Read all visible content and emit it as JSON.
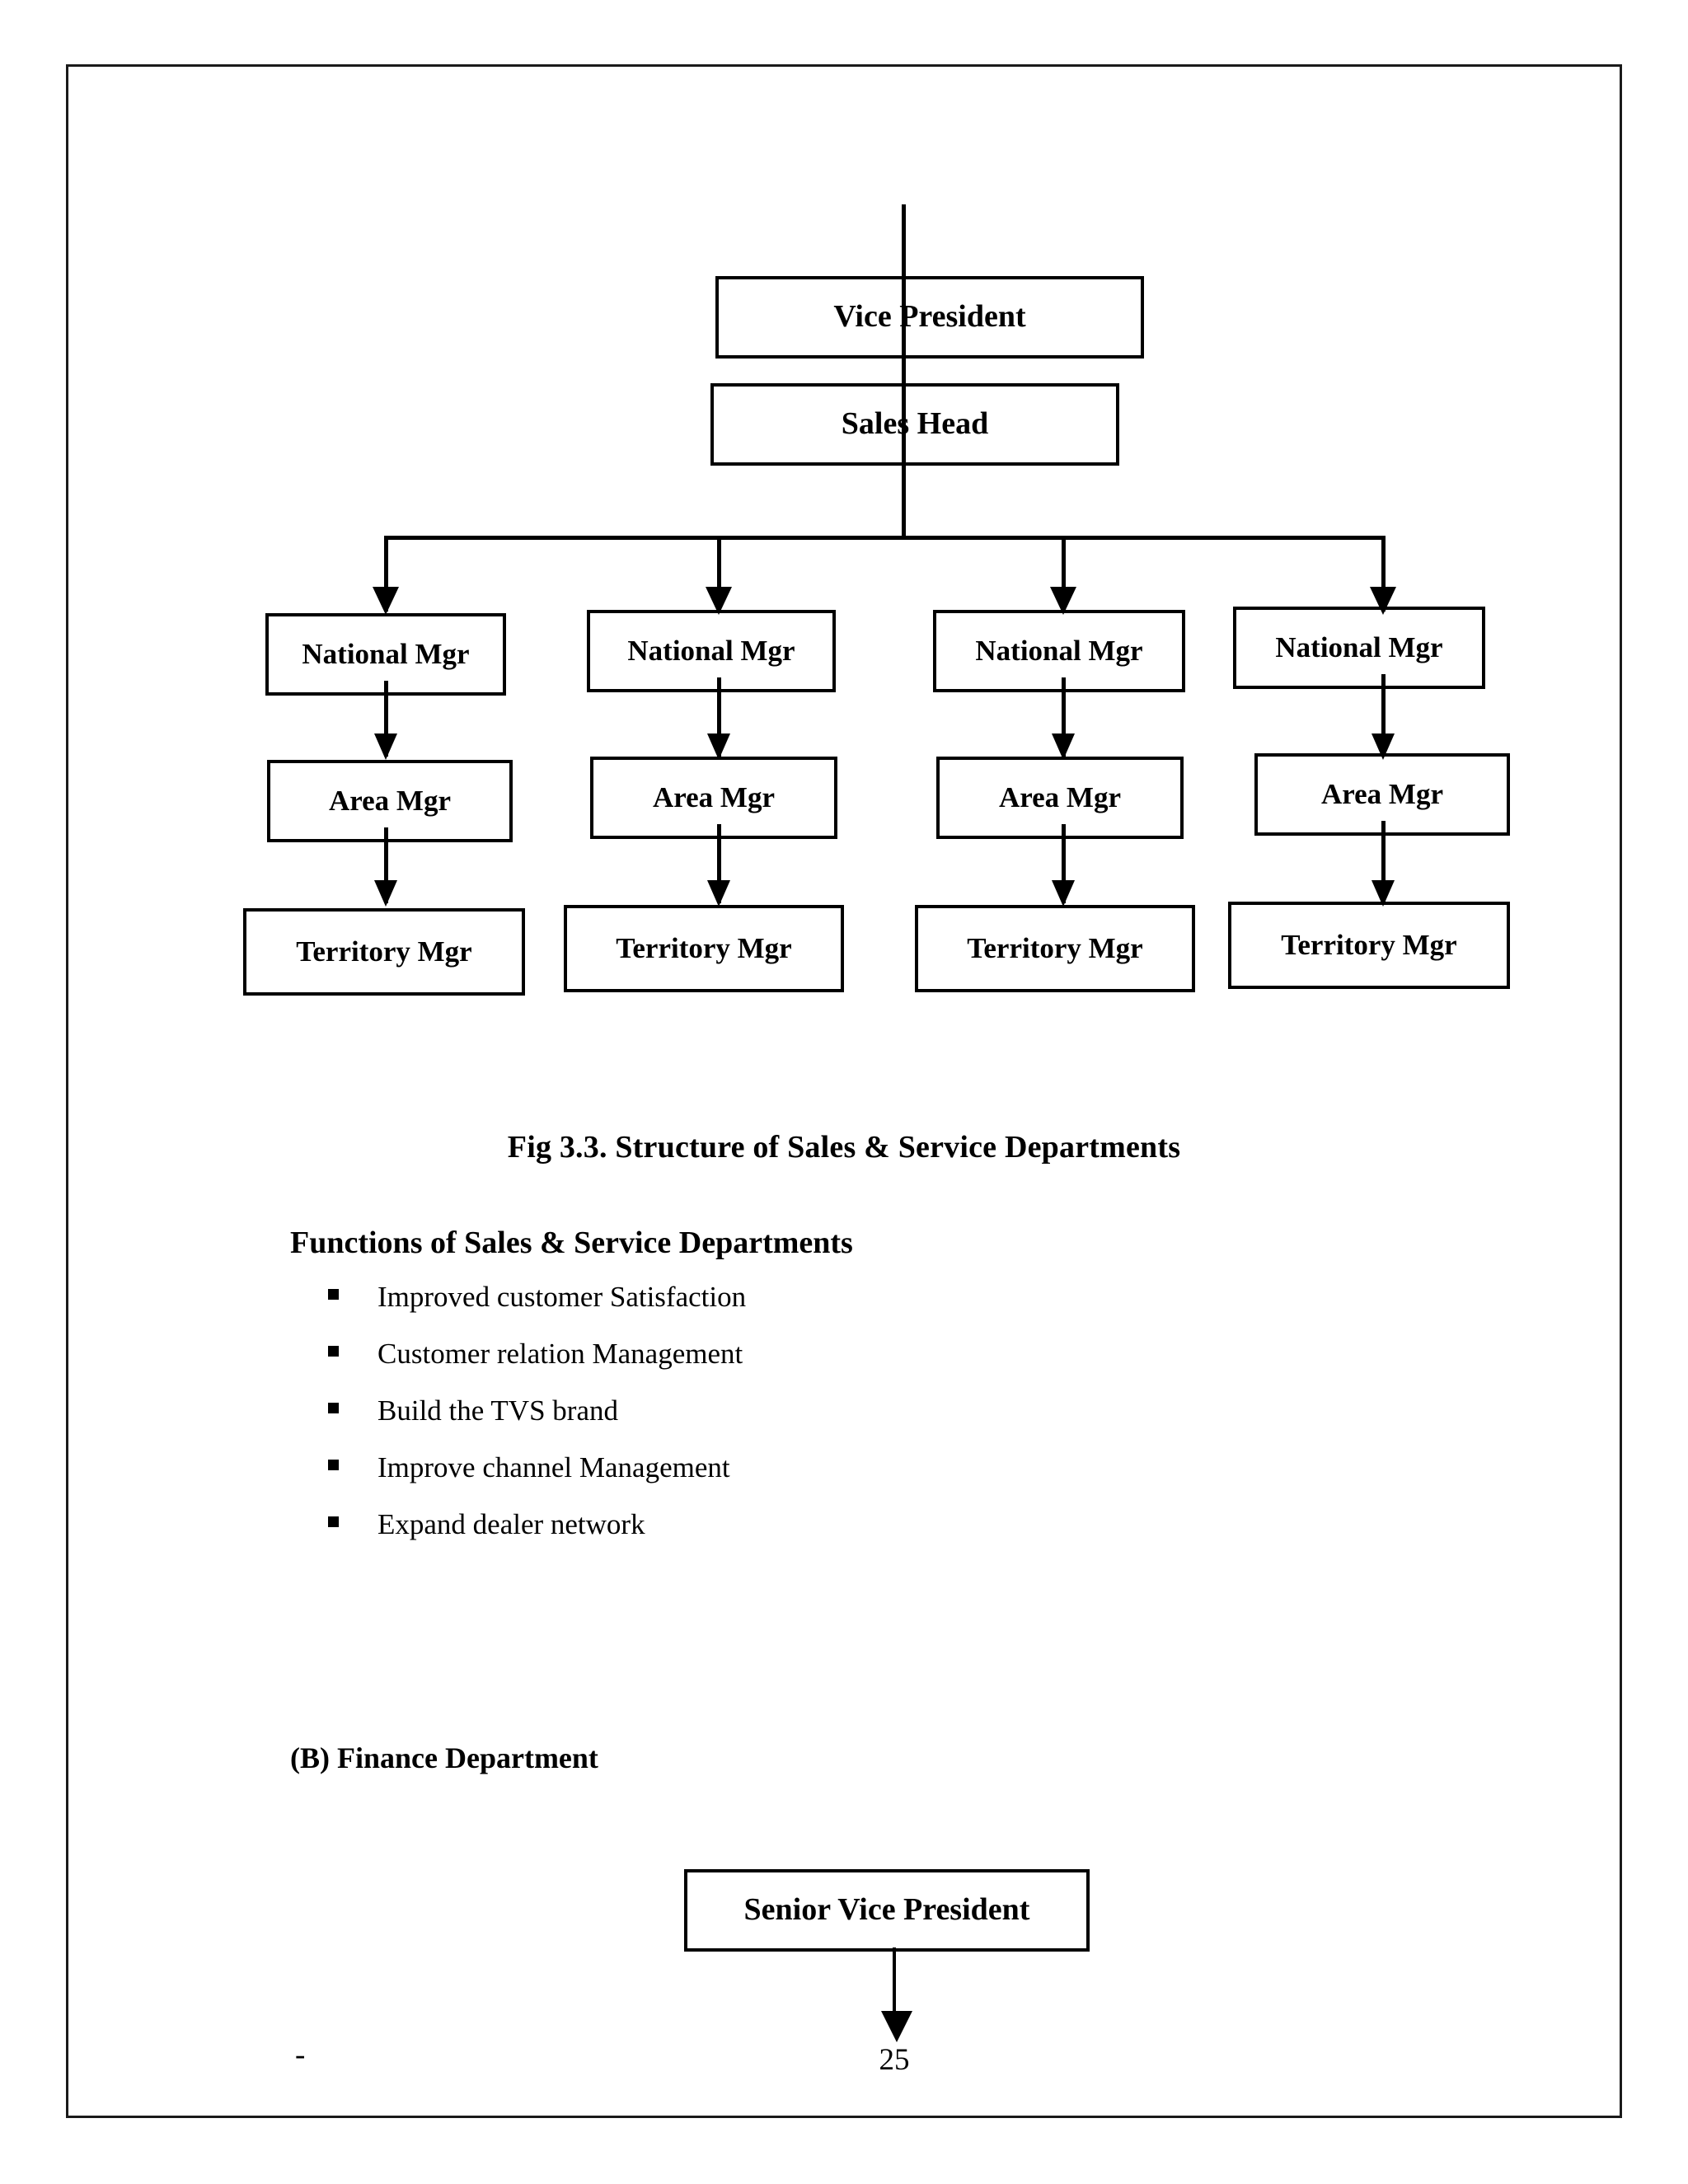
{
  "page": {
    "number": "25",
    "footer_dash": "-"
  },
  "figure": {
    "caption": "Fig 3.3.  Structure of Sales & Service Departments",
    "root_stem_present": true,
    "nodes": {
      "vice_president": "Vice President",
      "sales_head": "Sales Head",
      "national_mgr": [
        "National Mgr",
        "National Mgr",
        "National Mgr",
        "National Mgr"
      ],
      "area_mgr": [
        "Area Mgr",
        "Area Mgr",
        "Area Mgr",
        "Area Mgr"
      ],
      "territory_mgr": [
        "Territory Mgr",
        "Territory Mgr",
        "Territory Mgr",
        "Territory Mgr"
      ]
    }
  },
  "functions_section": {
    "heading": "Functions of Sales & Service Departments",
    "items": [
      "Improved customer Satisfaction",
      "Customer relation Management",
      "Build the TVS brand",
      "Improve channel Management",
      "Expand dealer network"
    ]
  },
  "finance_section": {
    "heading": "(B) Finance Department",
    "nodes": {
      "senior_vice_president": "Senior Vice President"
    }
  },
  "colors": {
    "ink": "#000000",
    "page_border": "#1a1a1a",
    "paper": "#ffffff"
  }
}
